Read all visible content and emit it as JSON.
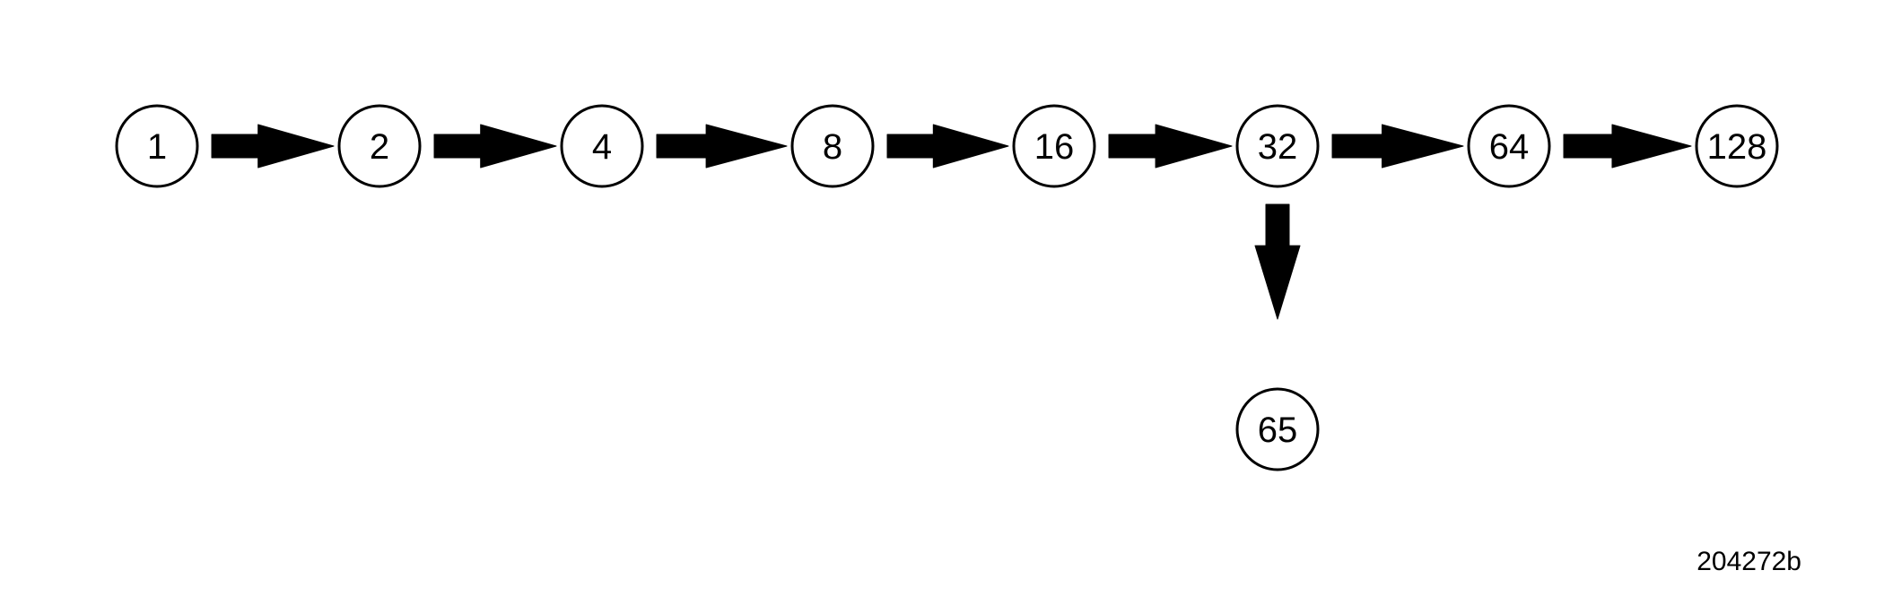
{
  "diagram": {
    "nodes": [
      {
        "id": "n1",
        "label": "1"
      },
      {
        "id": "n2",
        "label": "2"
      },
      {
        "id": "n4",
        "label": "4"
      },
      {
        "id": "n8",
        "label": "8"
      },
      {
        "id": "n16",
        "label": "16"
      },
      {
        "id": "n32",
        "label": "32"
      },
      {
        "id": "n64",
        "label": "64"
      },
      {
        "id": "n128",
        "label": "128"
      },
      {
        "id": "n65",
        "label": "65"
      }
    ],
    "edges": [
      {
        "from": "n1",
        "to": "n2"
      },
      {
        "from": "n2",
        "to": "n4"
      },
      {
        "from": "n4",
        "to": "n8"
      },
      {
        "from": "n8",
        "to": "n16"
      },
      {
        "from": "n16",
        "to": "n32"
      },
      {
        "from": "n32",
        "to": "n64"
      },
      {
        "from": "n64",
        "to": "n128"
      },
      {
        "from": "n32",
        "to": "n65"
      }
    ],
    "figure_id": "204272b"
  }
}
